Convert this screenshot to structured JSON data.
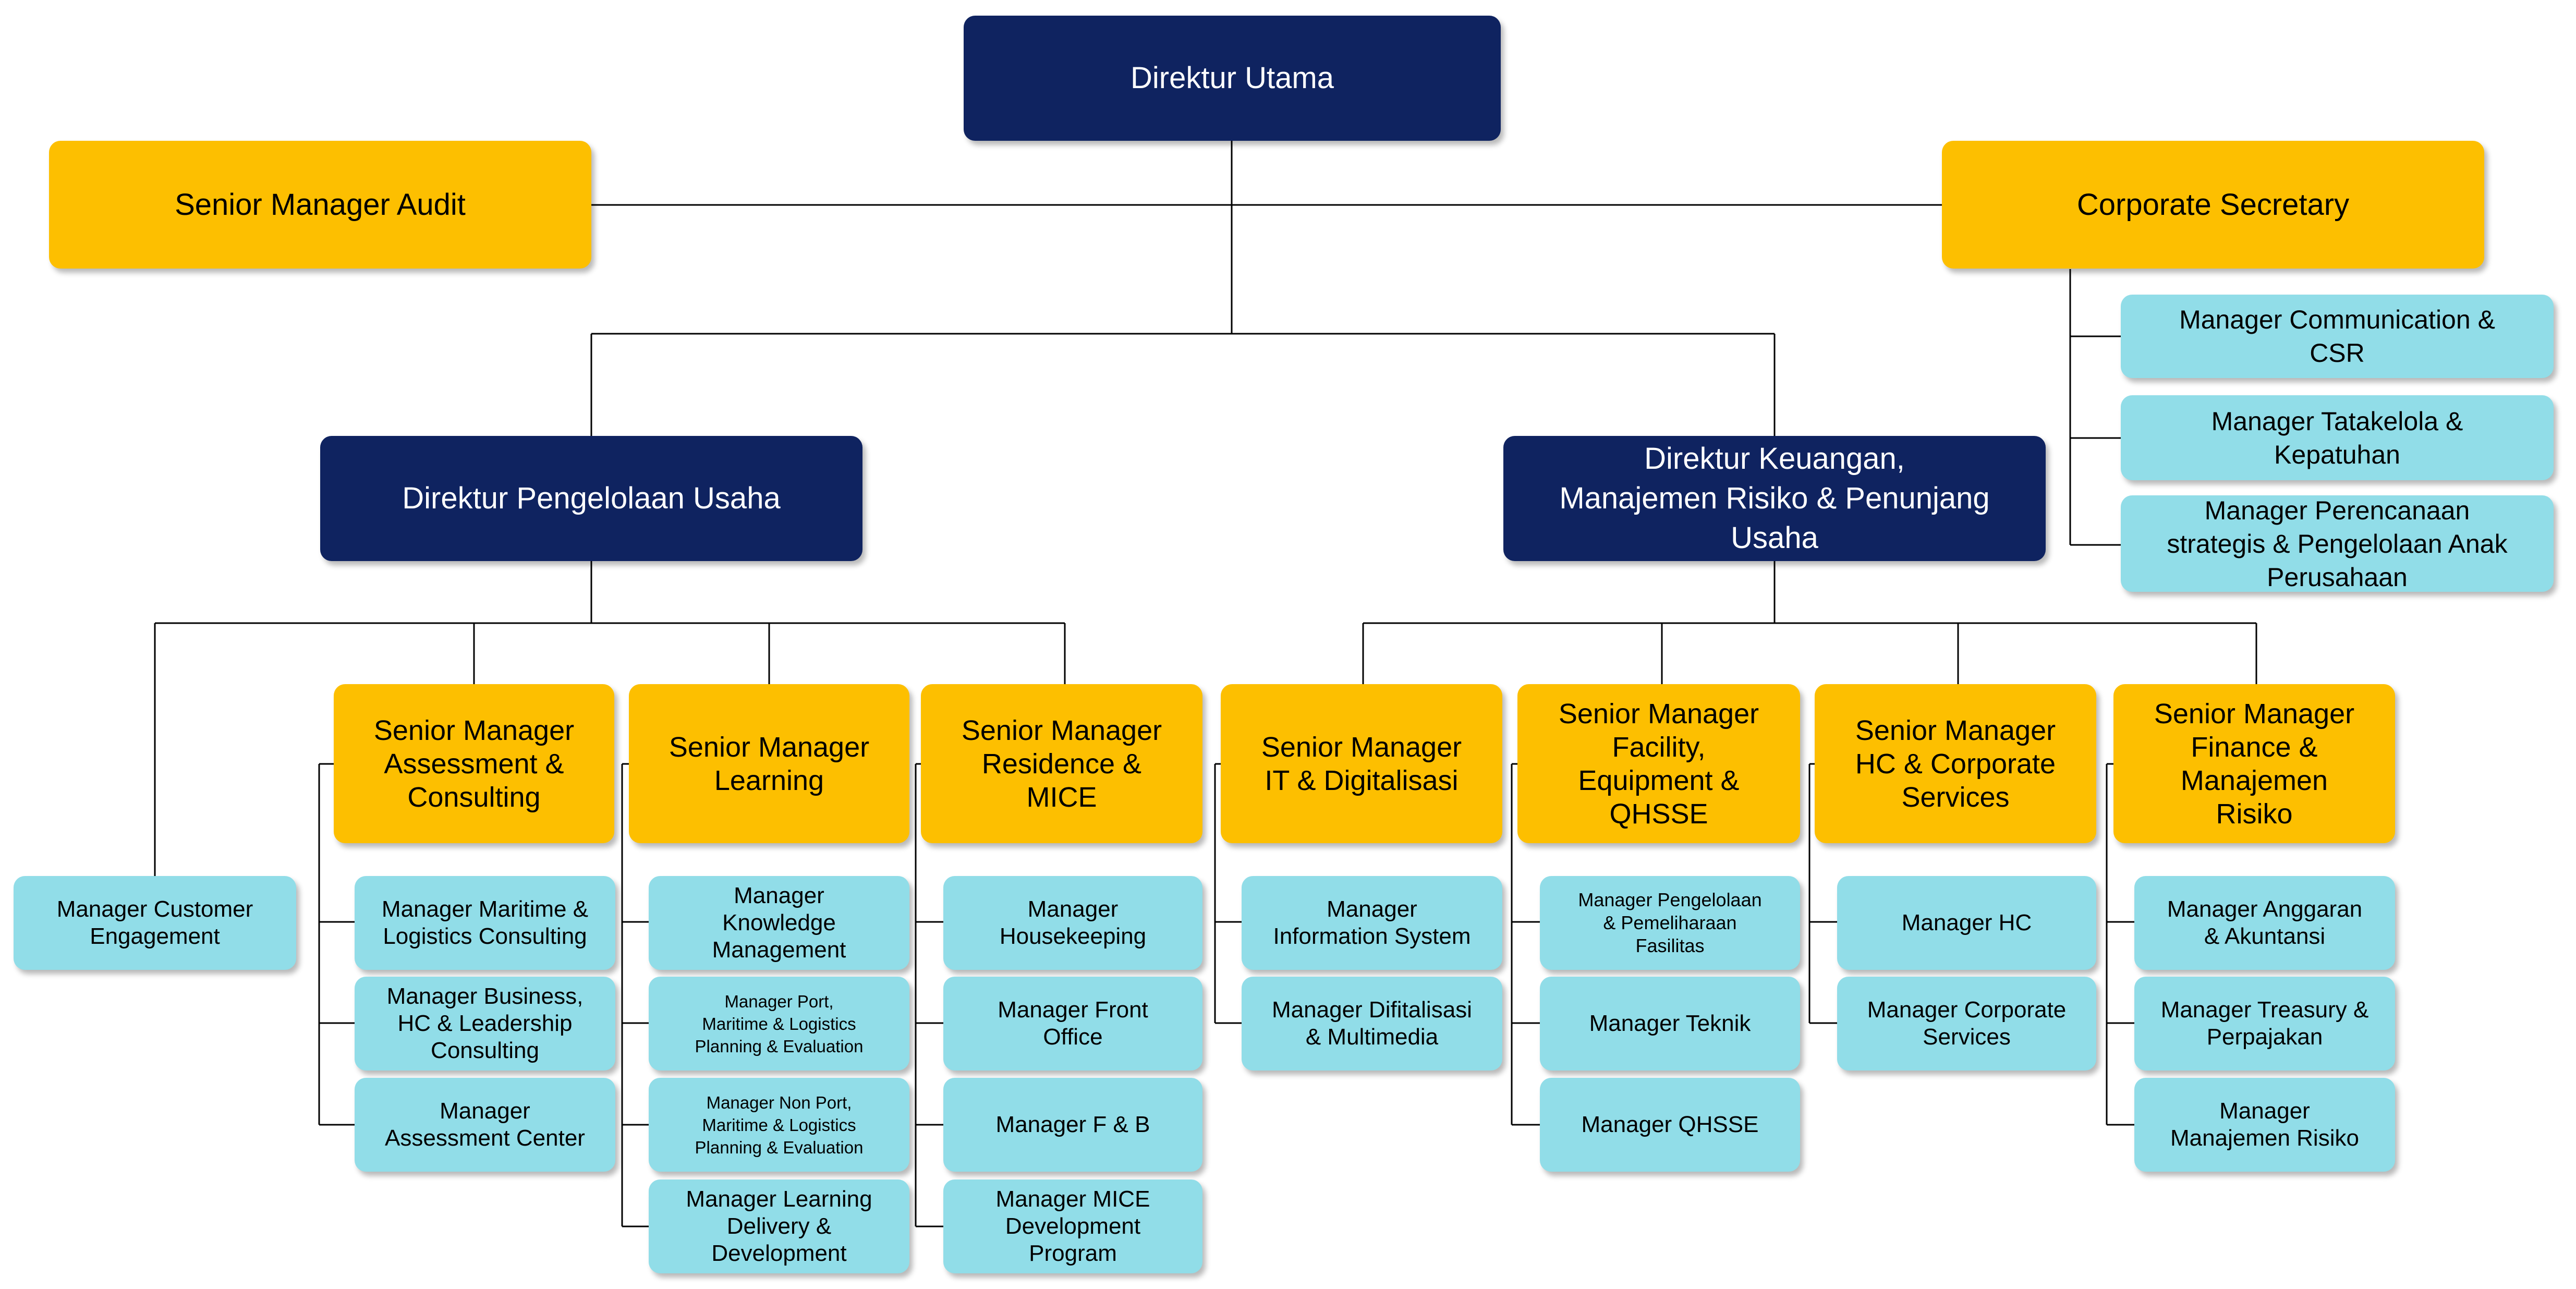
{
  "chart": {
    "top": "Direktur Utama",
    "audit": "Senior Manager Audit",
    "corpsec": "Corporate Secretary",
    "corpsec_children": [
      "Manager Communication &\nCSR",
      "Manager Tatakelola &\nKepatuhan",
      "Manager Perencanaan\nstrategis & Pengelolaan Anak\nPerusahaan"
    ],
    "dir_usaha": "Direktur Pengelolaan Usaha",
    "dir_keuangan": "Direktur Keuangan,\nManajemen Risiko & Penunjang\nUsaha",
    "customer_engagement": "Manager Customer\nEngagement",
    "sm": [
      "Senior Manager\nAssessment &\nConsulting",
      "Senior Manager\nLearning",
      "Senior Manager\nResidence &\nMICE",
      "Senior Manager\nIT & Digitalisasi",
      "Senior Manager\nFacility,\nEquipment &\nQHSSE",
      "Senior Manager\nHC & Corporate\nServices",
      "Senior Manager\nFinance &\nManajemen\nRisiko"
    ],
    "assessment_children": [
      "Manager Maritime &\nLogistics Consulting",
      "Manager Business,\nHC & Leadership\nConsulting",
      "Manager\nAssessment Center"
    ],
    "learning_children": [
      "Manager\nKnowledge\nManagement",
      "Manager Port,\nMaritime & Logistics\nPlanning & Evaluation",
      "Manager Non Port,\nMaritime & Logistics\nPlanning & Evaluation",
      "Manager Learning\nDelivery &\nDevelopment"
    ],
    "residence_children": [
      "Manager\nHousekeeping",
      "Manager Front\nOffice",
      "Manager F & B",
      "Manager MICE\nDevelopment\nProgram"
    ],
    "it_children": [
      "Manager\nInformation System",
      "Manager Difitalisasi\n& Multimedia"
    ],
    "facility_children": [
      "Manager Pengelolaan\n& Pemeliharaan\nFasilitas",
      "Manager Teknik",
      "Manager QHSSE"
    ],
    "hc_children": [
      "Manager HC",
      "Manager Corporate\nServices"
    ],
    "finance_children": [
      "Manager Anggaran\n& Akuntansi",
      "Manager Treasury &\nPerpajakan",
      "Manager\nManajemen Risiko"
    ]
  },
  "colors": {
    "navy": "#0f2360",
    "gold": "#fdbf00",
    "cyan": "#91dde8",
    "line": "#000000"
  }
}
